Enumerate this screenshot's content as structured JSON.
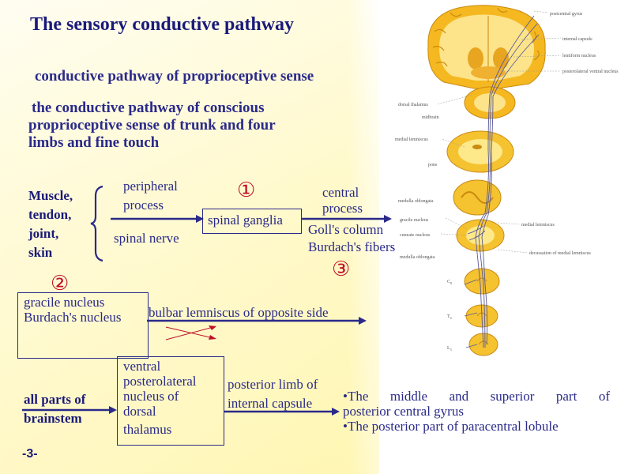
{
  "title": "The sensory conductive pathway",
  "subtitle1": "conductive pathway of proprioceptive sense",
  "subtitle2_line1": "the conductive pathway of conscious",
  "subtitle2_line2": "proprioceptive sense of trunk and four",
  "subtitle2_line3": "limbs and fine touch",
  "flow": {
    "sources": [
      "Muscle,",
      "tendon,",
      "joint,",
      "skin"
    ],
    "peripheral_line1": "peripheral",
    "peripheral_line2": "process",
    "spinal_nerve": "spinal nerve",
    "num1": "①",
    "spinal_ganglia": "spinal ganglia",
    "central_line1": "central",
    "central_line2": "process",
    "goll": "Goll's column",
    "burdach_fibers": "Burdach's fibers",
    "num3": "③",
    "num2": "②",
    "gracile": "gracile nucleus",
    "burdach_nucleus": "Burdach's nucleus",
    "bulbar": "bulbar lemniscus of opposite side",
    "brainstem_line1": "all parts of",
    "brainstem_line2": "brainstem",
    "vpl": [
      "ventral",
      "posterolateral",
      "nucleus of",
      "dorsal",
      "thalamus"
    ],
    "capsule_line1": "posterior limb of",
    "capsule_line2": "internal capsule",
    "targets": [
      "•The middle and superior part of",
      "posterior central gyrus",
      "•The posterior part of paracentral lobule"
    ]
  },
  "anatomy_labels": {
    "postcentral": "postcentral gyrus",
    "internal_capsule": "internal capsule",
    "lentiform": "lentiform nucleus",
    "pvn": "posterolateral ventral nucleus",
    "dorsal_thalamus": "dorsal thalamus",
    "midbrain": "midbrain",
    "medial_lemniscus": "medial lemniscus",
    "pons": "pons",
    "medulla1": "medulla oblongata",
    "gracile": "gracile nucleus",
    "cuneate": "cuneate nucleus",
    "medulla2": "medulla oblongata",
    "medial_lemniscus2": "medial lemniscus",
    "decussation": "decussation of medial lemniscus",
    "c": "C",
    "c_sub": "8",
    "t": "T",
    "t_sub": "4",
    "l": "L",
    "l_sub": "3"
  },
  "page_number": "-3-",
  "colors": {
    "navy": "#2a2a8a",
    "red": "#c0102a",
    "tissue": "#f5c230",
    "tissue_light": "#fde98a"
  }
}
